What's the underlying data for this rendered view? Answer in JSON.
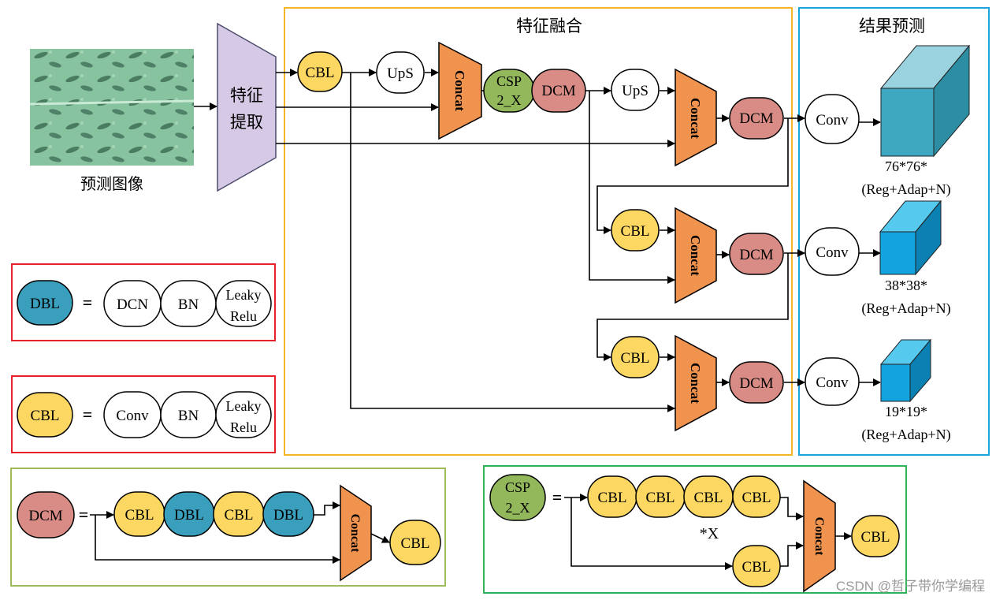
{
  "input": {
    "caption": "预测图像"
  },
  "backbone": {
    "line1": "特征",
    "line2": "提取"
  },
  "fusion": {
    "title": "特征融合"
  },
  "result": {
    "title": "结果预测"
  },
  "labels": {
    "cbl": "CBL",
    "ups": "UpS",
    "concat": "Concat",
    "csp_line1": "CSP",
    "csp_line2": "2_X",
    "dcm": "DCM",
    "dbl": "DBL",
    "conv": "Conv",
    "dcn": "DCN",
    "bn": "BN",
    "leaky_line1": "Leaky",
    "leaky_line2": "Relu",
    "equals": "=",
    "repeat": "*X"
  },
  "outputs": [
    {
      "size": "76*76*",
      "desc": "(Reg+Adap+N)"
    },
    {
      "size": "38*38*",
      "desc": "(Reg+Adap+N)"
    },
    {
      "size": "19*19*",
      "desc": "(Reg+Adap+N)"
    }
  ],
  "colors": {
    "cbl": "#fcd862",
    "dbl": "#3a9fbd",
    "dcm": "#d98c86",
    "csp": "#93b85c",
    "concat": "#f0934e",
    "backbone": "#d5c9e6",
    "fusion_border": "#f4b528",
    "result_border": "#1aa3dc",
    "legend_red": "#e8202a",
    "legend_olive": "#9ebb5c",
    "legend_green": "#2fb356"
  },
  "watermark": "CSDN @哲子带你学编程"
}
